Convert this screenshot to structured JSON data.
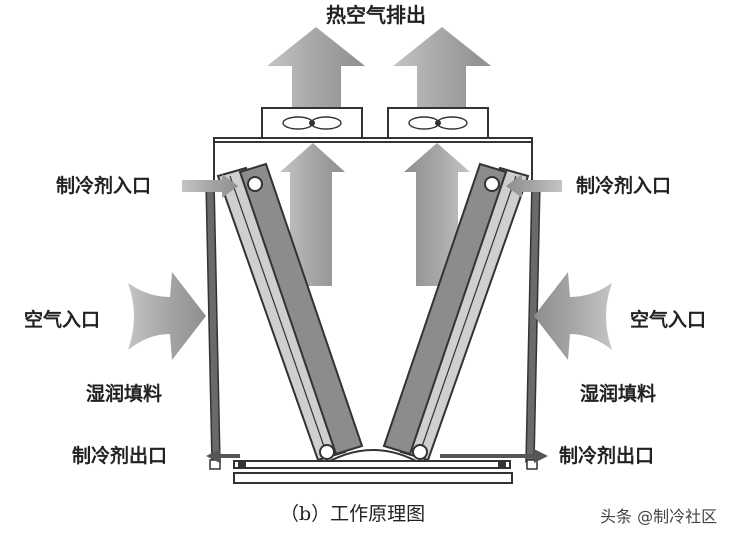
{
  "labels": {
    "hot_air_exhaust": "热空气排出",
    "refrigerant_inlet_left": "制冷剂入口",
    "refrigerant_inlet_right": "制冷剂入口",
    "air_inlet_left": "空气入口",
    "air_inlet_right": "空气入口",
    "wet_pad_left": "湿润填料",
    "wet_pad_right": "湿润填料",
    "refrigerant_outlet_left": "制冷剂出口",
    "refrigerant_outlet_right": "制冷剂出口"
  },
  "caption": "（b）工作原理图",
  "watermark": "头条 @制冷社区",
  "colors": {
    "arrow_fill": "#a8a8a8",
    "frame_stroke": "#333333",
    "coil_dark": "#8c8c8c",
    "coil_light": "#cfcfcf"
  }
}
